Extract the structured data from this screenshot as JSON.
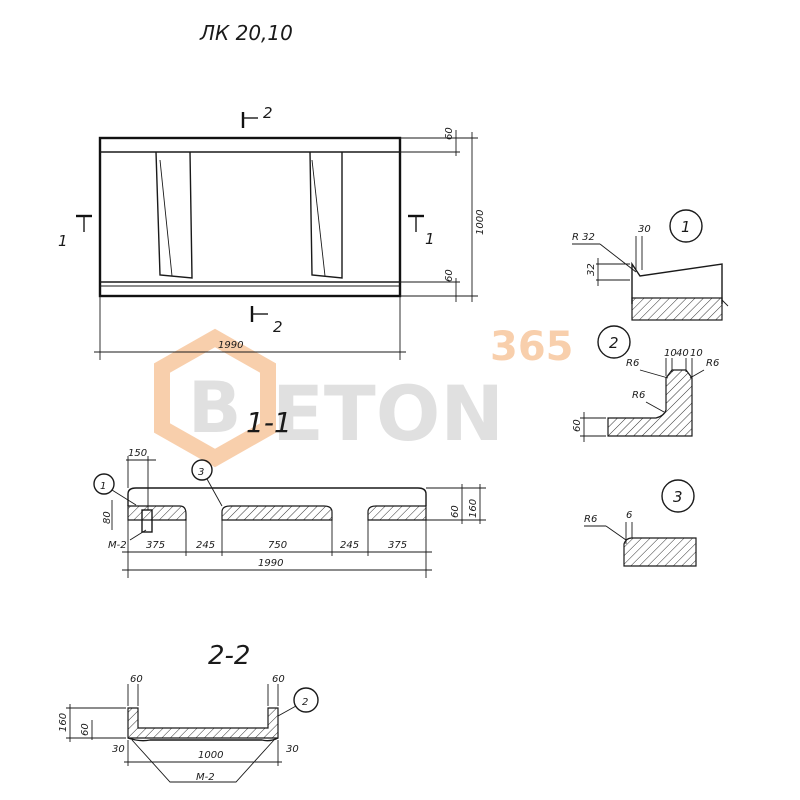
{
  "drawing": {
    "title": "ЛК 20,10",
    "sections": {
      "s11_label": "1-1",
      "s22_label": "2-2",
      "cut_top": "2",
      "cut_bottom": "2",
      "cut_left": "1",
      "cut_right": "1"
    },
    "plan": {
      "width": "1990",
      "height": "1000",
      "rib_top": "60",
      "rib_bottom": "60"
    },
    "section_11": {
      "callout_1": "1",
      "callout_3": "3",
      "d150": "150",
      "d80": "80",
      "d60": "60",
      "d160": "160",
      "d375a": "375",
      "d245a": "245",
      "d750": "750",
      "d245b": "245",
      "d375b": "375",
      "total": "1990",
      "embed": "М-2"
    },
    "detail_1": {
      "num": "1",
      "r": "R 32",
      "d30": "30",
      "d32": "32"
    },
    "detail_2": {
      "num": "2",
      "r6a": "R6",
      "r6b": "R6",
      "r6c": "R6",
      "d10a": "10",
      "d40": "40",
      "d10b": "10",
      "d60": "60"
    },
    "detail_3": {
      "num": "3",
      "r6": "R6",
      "d6": "6"
    },
    "section_22": {
      "callout_2": "2",
      "d60l": "60",
      "d60r": "60",
      "d160": "160",
      "d60v": "60",
      "d30l": "30",
      "d30r": "30",
      "width": "1000",
      "embed": "М-2"
    },
    "watermark": {
      "num": "365",
      "word": "ETON"
    },
    "colors": {
      "ink": "#1a1a1a",
      "watermark_orange": "#f4a86a",
      "watermark_gray": "#c8c8c8"
    }
  }
}
